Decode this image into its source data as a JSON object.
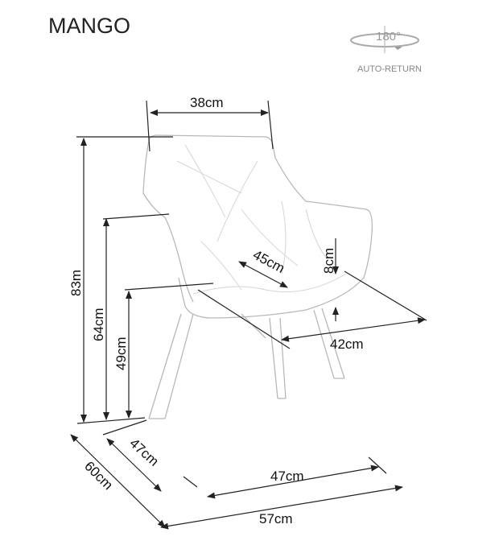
{
  "title": "MANGO",
  "rotation": {
    "degrees": "180°",
    "label": "AUTO-RETURN"
  },
  "dimensions": {
    "backrest_width": "38cm",
    "total_height": "83m",
    "armrest_height": "64cm",
    "seat_height": "49cm",
    "seat_depth": "45cm",
    "seat_thickness": "8cm",
    "seat_width": "42cm",
    "leg_depth": "47cm",
    "total_depth": "60cm",
    "leg_width": "47cm",
    "total_width": "57cm"
  }
}
